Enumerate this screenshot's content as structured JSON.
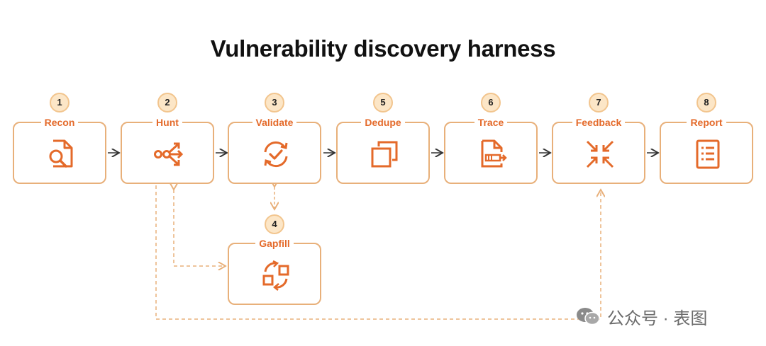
{
  "title": "Vulnerability discovery harness",
  "colors": {
    "accent": "#E46A2A",
    "border": "#E8B07A",
    "badge_fill": "#FCE6C7",
    "arrow": "#333333"
  },
  "steps": [
    {
      "number": "1",
      "label": "Recon",
      "icon": "file-search-icon"
    },
    {
      "number": "2",
      "label": "Hunt",
      "icon": "branch-arrows-icon"
    },
    {
      "number": "3",
      "label": "Validate",
      "icon": "cycle-check-icon"
    },
    {
      "number": "5",
      "label": "Dedupe",
      "icon": "copy-squares-icon"
    },
    {
      "number": "6",
      "label": "Trace",
      "icon": "document-trace-icon"
    },
    {
      "number": "7",
      "label": "Feedback",
      "icon": "converge-arrows-icon"
    },
    {
      "number": "8",
      "label": "Report",
      "icon": "report-list-icon"
    }
  ],
  "branch_step": {
    "number": "4",
    "label": "Gapfill",
    "icon": "swap-squares-icon"
  },
  "watermark": "公众号 · 表图"
}
